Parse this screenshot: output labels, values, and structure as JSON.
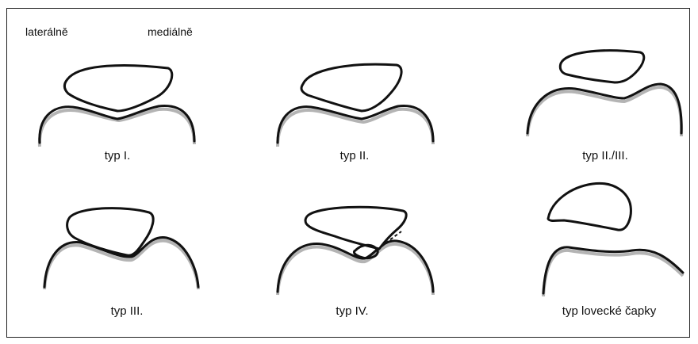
{
  "orientation": {
    "lateral": "laterálně",
    "medial": "mediálně"
  },
  "types": [
    {
      "caption": "typ I."
    },
    {
      "caption": "typ II."
    },
    {
      "caption": "typ II./III."
    },
    {
      "caption": "typ III."
    },
    {
      "caption": "typ IV."
    },
    {
      "caption": "typ lovecké čapky"
    }
  ]
}
